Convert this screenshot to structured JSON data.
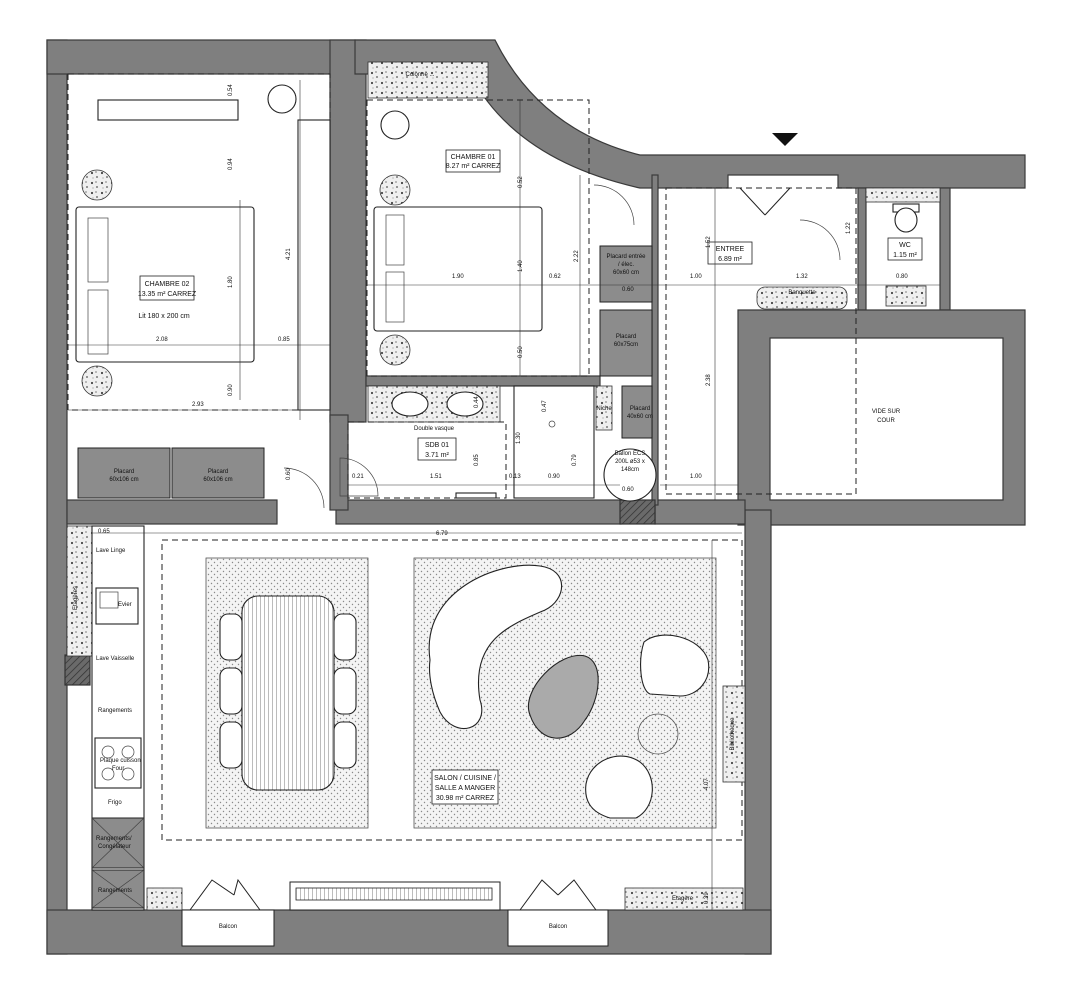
{
  "rooms": {
    "chambre02": {
      "name": "CHAMBRE 02",
      "area": "13.35 m² CARREZ",
      "bed": "Lit 180 x 200 cm"
    },
    "chambre01": {
      "name": "CHAMBRE 01",
      "area": "8.27 m² CARREZ"
    },
    "entree": {
      "name": "ENTREE",
      "area": "6.89 m²"
    },
    "wc": {
      "name": "WC",
      "area": "1.15 m²"
    },
    "sdb": {
      "name": "SDB 01",
      "area": "3.71 m²"
    },
    "salon": {
      "line1": "SALON / CUISINE /",
      "line2": "SALLE A MANGER",
      "area": "30.98 m² CARREZ"
    },
    "vide": {
      "line1": "VIDE SUR",
      "line2": "COUR"
    }
  },
  "labels": {
    "placard_entree_1": "Placard entrée",
    "placard_entree_2": "/ élec.",
    "placard_entree_3": "60x60 cm",
    "placard_60x75_1": "Placard",
    "placard_60x75_2": "60x75cm",
    "placard_40x60_1": "Placard",
    "placard_40x60_2": "40x60 cm",
    "ballon_1": "Ballon ECS",
    "ballon_2": "200L ø53 x",
    "ballon_3": "148cm",
    "placard_ch2a_1": "Placard",
    "placard_ch2a_2": "60x106 cm",
    "placard_ch2b_1": "Placard",
    "placard_ch2b_2": "60x106 cm",
    "double_vasque": "Double vasque",
    "niche": "Niche",
    "banquette": "Banquette",
    "colonne": "Colonne ...",
    "lave_linge": "Lave Linge",
    "evier": "Evier",
    "lave_vaisselle": "Lave Vaisselle",
    "rangements_1": "Rangements",
    "plaque_1": "Plaque cuisson",
    "plaque_2": "Four",
    "frigo": "Frigo",
    "rangements_cong_1": "Rangements/",
    "rangements_cong_2": "Congélateur",
    "rangements_2": "Rangements",
    "etagere": "Etagère",
    "etageres": "Etagères",
    "bibliotheque": "Bibliothèque",
    "balcon_1": "Balcon",
    "balcon_2": "Balcon"
  },
  "dimensions": {
    "d_054": "0.54",
    "d_094": "0.94",
    "d_421": "4.21",
    "d_180": "1.80",
    "d_208": "2.08",
    "d_085": "0.85",
    "d_293": "2.93",
    "d_090": "0.90",
    "d_052": "0.52",
    "d_190": "1.90",
    "d_140": "1.40",
    "d_062": "0.62",
    "d_222": "2.22",
    "d_050": "0.50",
    "d_060_pl": "0.60",
    "d_152": "1.52",
    "d_100_a": "1.00",
    "d_132": "1.32",
    "d_122": "1.22",
    "d_080": "0.80",
    "d_238": "2.38",
    "d_100_b": "1.00",
    "d_060_bal": "0.60",
    "d_044": "0.44",
    "d_047": "0.47",
    "d_021": "0.21",
    "d_151": "1.51",
    "d_085b": "0.85",
    "d_013": "0.13",
    "d_130": "1.30",
    "d_079": "0.79",
    "d_090b": "0.90",
    "d_060_door": "0.60",
    "d_065": "0.65",
    "d_679": "6.79",
    "d_407": "4.07",
    "d_039": "0.39"
  }
}
